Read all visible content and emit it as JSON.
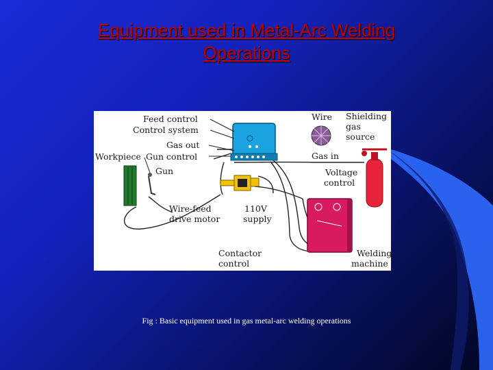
{
  "slide": {
    "title_line1": "Equipment used in Metal-Arc Welding",
    "title_line2": "Operations",
    "caption": "Fig : Basic equipment used in gas metal-arc welding operations"
  },
  "diagram": {
    "labels": {
      "feed_control": "Feed control",
      "control_system": "Control system",
      "gas_out": "Gas out",
      "gun_control": "Gun control",
      "workpiece": "Workpiece",
      "gun": "Gun",
      "wire": "Wire",
      "shielding_gas_1": "Shielding",
      "shielding_gas_2": "gas",
      "shielding_gas_3": "source",
      "gas_in": "Gas in",
      "voltage_control_1": "Voltage",
      "voltage_control_2": "control",
      "wire_feed_1": "Wire-feed",
      "wire_feed_2": "drive motor",
      "supply_1": "110V",
      "supply_2": "supply",
      "contactor_1": "Contactor",
      "contactor_2": "control",
      "welding_machine_1": "Welding",
      "welding_machine_2": "machine"
    }
  },
  "colors": {
    "control_box": "#1aa3e0",
    "welding_machine": "#d81b60",
    "cylinder": "#e8233a",
    "workpiece": "#1f7a2e",
    "motor": "#f2c200",
    "title": "#c00000"
  }
}
